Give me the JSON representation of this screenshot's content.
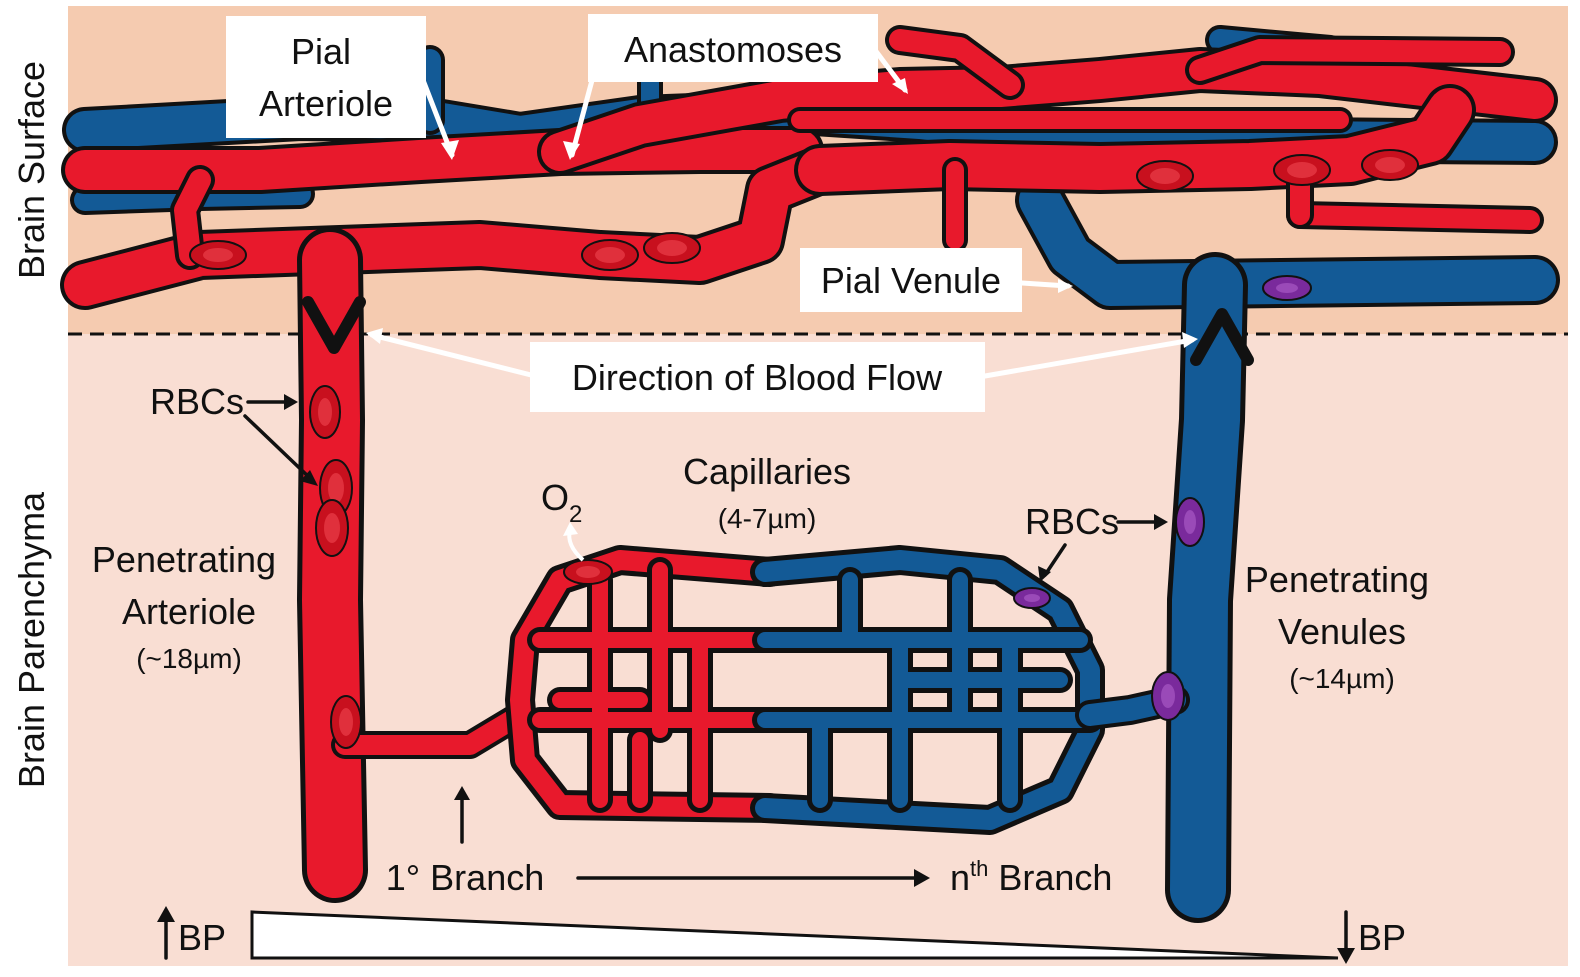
{
  "regions": {
    "surface": "Brain Surface",
    "parenchyma": "Brain Parenchyma"
  },
  "labels": {
    "pial_arteriole_line1": "Pial",
    "pial_arteriole_line2": "Arteriole",
    "anastomoses": "Anastomoses",
    "pial_venule": "Pial Venule",
    "direction": "Direction of Blood Flow",
    "rbcs_left": "RBCs",
    "rbcs_right": "RBCs",
    "capillaries": "Capillaries",
    "capillary_size": "(4-7µm)",
    "o2_main": "O",
    "o2_sub": "2",
    "pen_arteriole_line1": "Penetrating",
    "pen_arteriole_line2": "Arteriole",
    "pen_arteriole_size": "(~18µm)",
    "pen_venules_line1": "Penetrating",
    "pen_venules_line2": "Venules",
    "pen_venules_size": "(~14µm)",
    "branch_first": "1° Branch",
    "branch_nth_n": "n",
    "branch_nth_sup": "th",
    "branch_nth_word": " Branch",
    "bp_left": "BP",
    "bp_right": "BP"
  },
  "colors": {
    "surface_bg": "#f5cbb0",
    "parenchyma_bg": "#f9ded3",
    "artery": "#e8192c",
    "vein": "#135a96",
    "rbc_red": "#c8101e",
    "rbc_purple": "#7a2a9c",
    "outline": "#111111"
  }
}
